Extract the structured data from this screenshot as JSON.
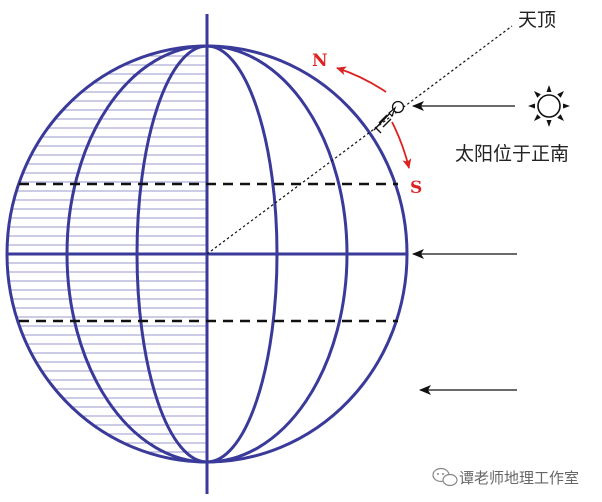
{
  "labels": {
    "zenith": "天顶",
    "sun_caption": "太阳位于正南",
    "north": "N",
    "south": "S",
    "watermark": "谭老师地理工作室"
  },
  "icons": {
    "sun": "sun-icon",
    "observer": "observer-icon",
    "watermark_logo": "chat-bubbles-icon"
  },
  "colors": {
    "globe": "#3a3a9a",
    "direction": "#dd2222",
    "ink": "#111111"
  }
}
